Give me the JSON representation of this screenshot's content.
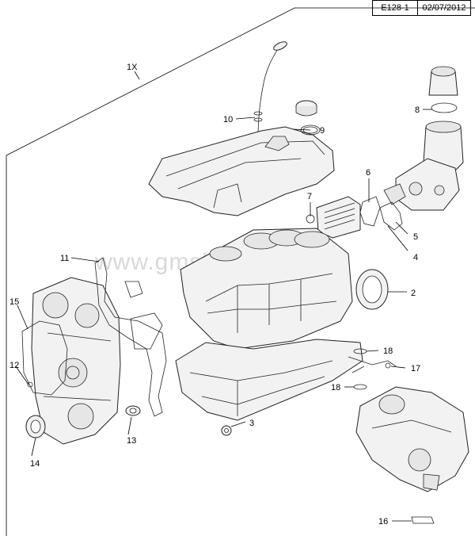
{
  "header": {
    "code": "E128-1",
    "date": "02/07/2012"
  },
  "watermark": "www.gmskind.ru",
  "assembly_label": "1X",
  "callouts": [
    {
      "id": "c2",
      "text": "2"
    },
    {
      "id": "c3",
      "text": "3"
    },
    {
      "id": "c4",
      "text": "4"
    },
    {
      "id": "c5",
      "text": "5"
    },
    {
      "id": "c6",
      "text": "6"
    },
    {
      "id": "c7",
      "text": "7"
    },
    {
      "id": "c8",
      "text": "8"
    },
    {
      "id": "c9",
      "text": "9"
    },
    {
      "id": "c10",
      "text": "10"
    },
    {
      "id": "c11",
      "text": "11"
    },
    {
      "id": "c12",
      "text": "12"
    },
    {
      "id": "c13",
      "text": "13"
    },
    {
      "id": "c14",
      "text": "14"
    },
    {
      "id": "c15",
      "text": "15"
    },
    {
      "id": "c16",
      "text": "16"
    },
    {
      "id": "c17",
      "text": "17"
    },
    {
      "id": "c18a",
      "text": "18"
    },
    {
      "id": "c18b",
      "text": "18"
    }
  ]
}
